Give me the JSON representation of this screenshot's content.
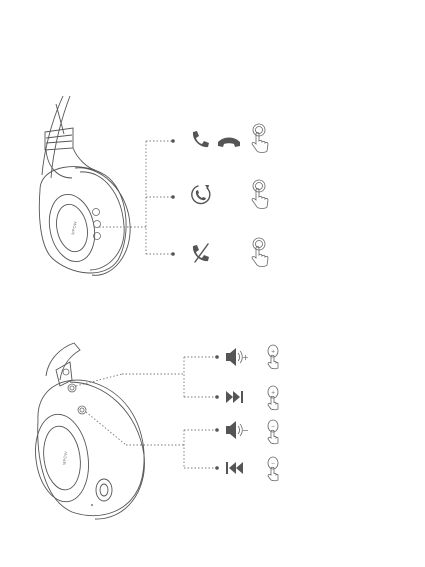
{
  "headphone_top": {
    "brand_text": "MPOW"
  },
  "headphone_bottom": {
    "brand_text": "MPOW"
  },
  "call_rows": [
    {
      "id": "answer-end-call",
      "icons": [
        "phone-answer-icon",
        "phone-hangup-icon"
      ],
      "gesture": "press-button"
    },
    {
      "id": "redial-call",
      "icons": [
        "phone-redial-icon"
      ],
      "gesture": "press-button"
    },
    {
      "id": "reject-call",
      "icons": [
        "phone-reject-icon"
      ],
      "gesture": "press-button"
    }
  ],
  "control_rows": [
    {
      "id": "volume-up",
      "icons": [
        "speaker-volume-up-icon"
      ],
      "sign": "+",
      "button_symbol": "+"
    },
    {
      "id": "next-track",
      "icons": [
        "next-track-icon"
      ],
      "sign": "",
      "button_symbol": "+"
    },
    {
      "id": "volume-down",
      "icons": [
        "speaker-volume-down-icon"
      ],
      "sign": "−",
      "button_symbol": "−"
    },
    {
      "id": "previous-track",
      "icons": [
        "previous-track-icon"
      ],
      "sign": "",
      "button_symbol": "−"
    }
  ]
}
